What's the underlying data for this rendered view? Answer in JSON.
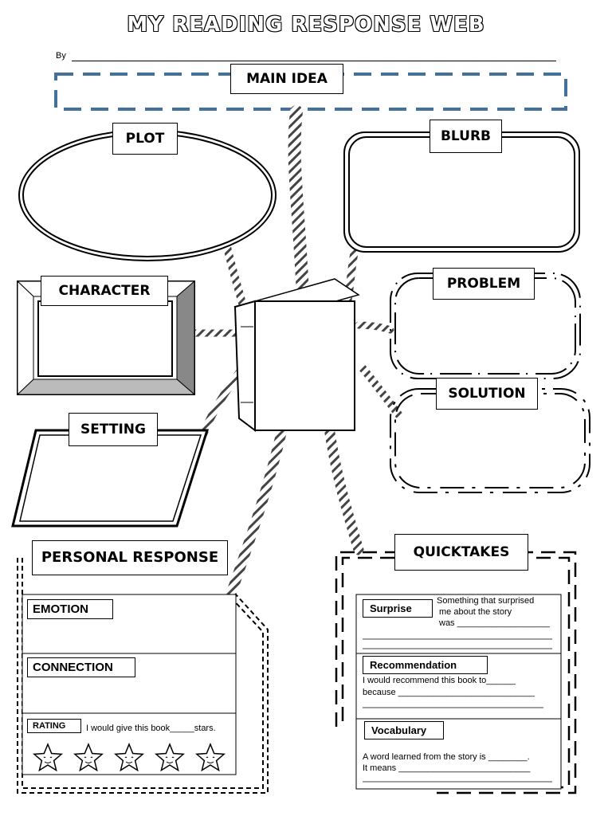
{
  "title": "MY READING RESPONSE WEB",
  "by_label": "By",
  "sections": {
    "main_idea": "MAIN IDEA",
    "plot": "PLOT",
    "blurb": "BLURB",
    "character": "CHARACTER",
    "problem": "PROBLEM",
    "solution": "SOLUTION",
    "setting": "SETTING",
    "personal_response": "PERSONAL RESPONSE",
    "quicktakes": "QUICKTAKES"
  },
  "personal_response": {
    "emotion": "EMOTION",
    "connection": "CONNECTION",
    "rating": "RATING",
    "rating_text": "I would give this book_____stars.",
    "star_count": 5
  },
  "quicktakes": {
    "surprise": {
      "label": "Surprise",
      "line1": "Something that surprised",
      "line2": "me about the story",
      "line3": "was ___________________"
    },
    "recommendation": {
      "label": "Recommendation",
      "line1": "I would recommend this book to______",
      "line2": "because ____________________________"
    },
    "vocabulary": {
      "label": "Vocabulary",
      "line1": "A word learned from the story is ________.",
      "line2": "It means ___________________________"
    }
  }
}
